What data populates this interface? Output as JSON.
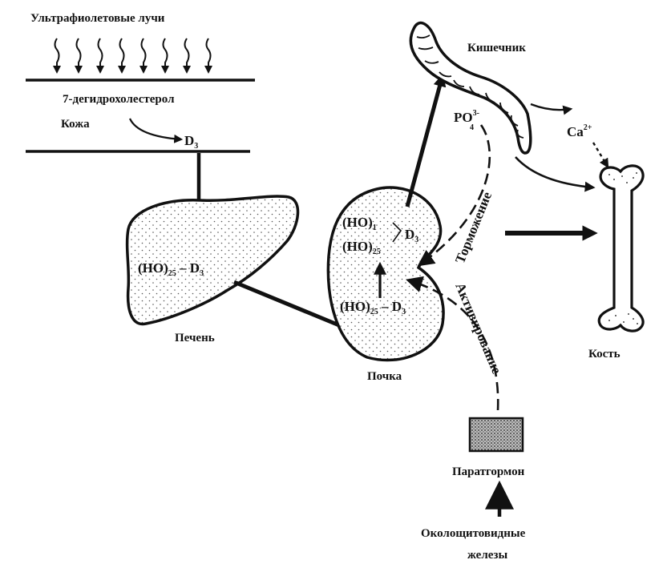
{
  "colors": {
    "ink": "#111111",
    "paper": "#ffffff",
    "texture": "#555555"
  },
  "skin": {
    "uv_label": "Ультрафиолетовые лучи",
    "precursor": "7-дегидрохолестерол",
    "label": "Кожа",
    "product": "D",
    "product_sub": "3"
  },
  "liver": {
    "label": "Печень",
    "metabolite": {
      "prefix": "(HO)",
      "sub": "25",
      "mid": " – D",
      "sub2": "3"
    }
  },
  "kidney": {
    "label": "Почка",
    "metabolite_in": {
      "prefix": "(HO)",
      "sub": "25",
      "mid": " – D",
      "sub2": "3"
    },
    "product_line1": {
      "prefix": "(HO)",
      "sub": "1"
    },
    "product_line2": {
      "prefix": "(HO)",
      "sub": "25"
    },
    "product_d": "D",
    "product_d_sub": "3"
  },
  "intestine": {
    "label": "Кишечник",
    "phosphate": "PO",
    "phosphate_sup": "3-",
    "phosphate_sub": "4",
    "calcium": "Ca",
    "calcium_sup": "2+"
  },
  "bone": {
    "label": "Кость"
  },
  "regulation": {
    "inhibition": "Торможение",
    "activation": "Активирование",
    "hormone": "Паратгормон",
    "gland_line1": "Околощитовидные",
    "gland_line2": "железы"
  }
}
